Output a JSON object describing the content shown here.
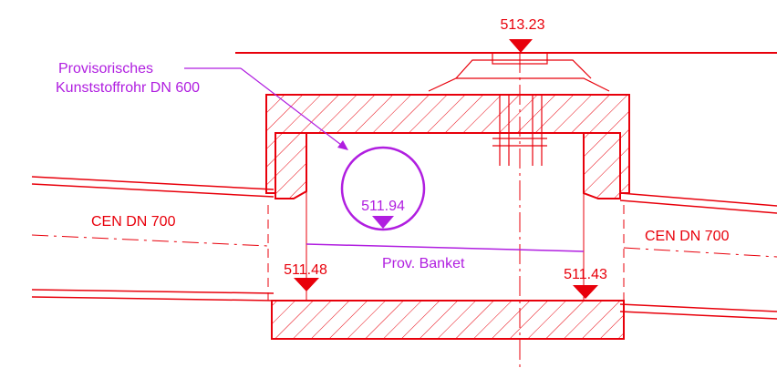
{
  "colors": {
    "structure": "#e8000b",
    "provisional": "#b01ee0",
    "background": "#ffffff"
  },
  "elevations": {
    "top": "513.23",
    "pipe_invert": "511.94",
    "left_invert": "511.48",
    "right_invert": "511.43"
  },
  "pipes": {
    "left": "CEN DN 700",
    "right": "CEN DN 700"
  },
  "annotations": {
    "provisional_pipe_line1": "Provisorisches",
    "provisional_pipe_line2": "Kunststoffrohr DN 600",
    "bench": "Prov. Banket"
  }
}
